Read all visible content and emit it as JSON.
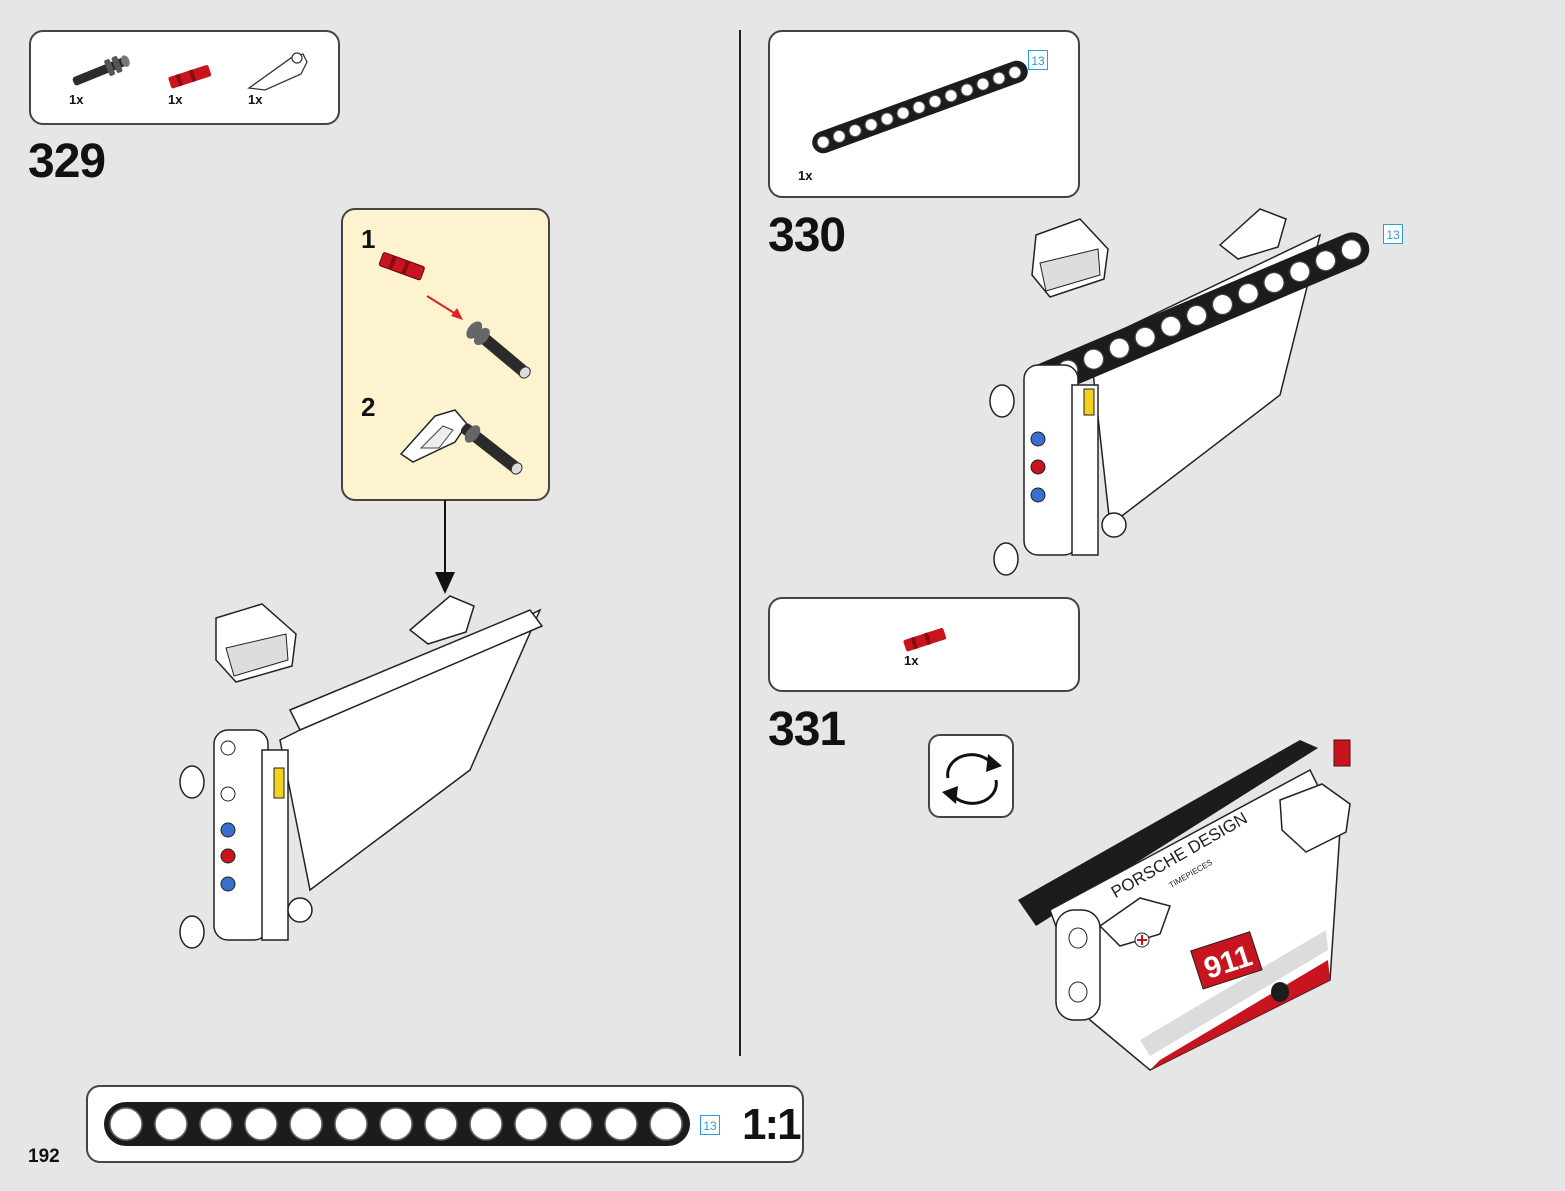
{
  "page_number": "192",
  "scale_label": "1:1",
  "steps": {
    "step_329": {
      "number": "329",
      "parts": [
        {
          "name": "axle-with-stop",
          "qty": "1x",
          "color": "#2b2b2b"
        },
        {
          "name": "red-connector",
          "qty": "1x",
          "color": "#c8141e"
        },
        {
          "name": "white-panel",
          "qty": "1x",
          "color": "#ffffff"
        }
      ],
      "substeps": [
        "1",
        "2"
      ]
    },
    "step_330": {
      "number": "330",
      "parts": [
        {
          "name": "black-beam-13",
          "qty": "1x",
          "length": "13",
          "color": "#1c1c1c"
        }
      ],
      "callout_length": "13"
    },
    "step_331": {
      "number": "331",
      "parts": [
        {
          "name": "red-connector",
          "qty": "1x",
          "color": "#c8141e"
        }
      ],
      "model_text": {
        "brand": "PORSCHE DESIGN",
        "sub": "TIMEPIECES",
        "number": "911"
      }
    }
  },
  "ruler": {
    "length_label": "13",
    "holes": 13
  },
  "colors": {
    "accent_blue": "#2a9fd6",
    "lego_red": "#c8141e",
    "black": "#1c1c1c",
    "callout_bg": "#fdf3cf"
  }
}
